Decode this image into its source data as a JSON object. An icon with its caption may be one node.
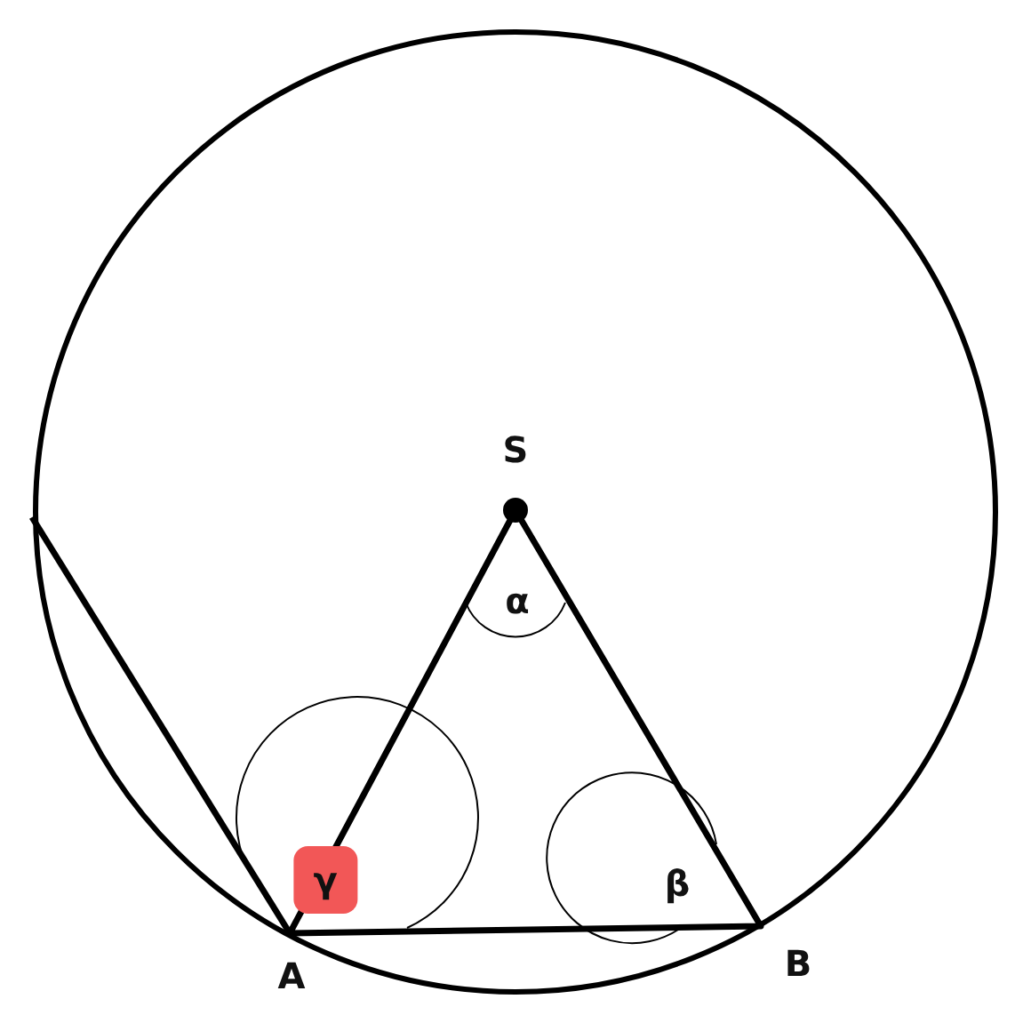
{
  "diagram": {
    "labels": [
      "S",
      "α",
      "γ",
      "β",
      "A",
      "B"
    ]
  }
}
